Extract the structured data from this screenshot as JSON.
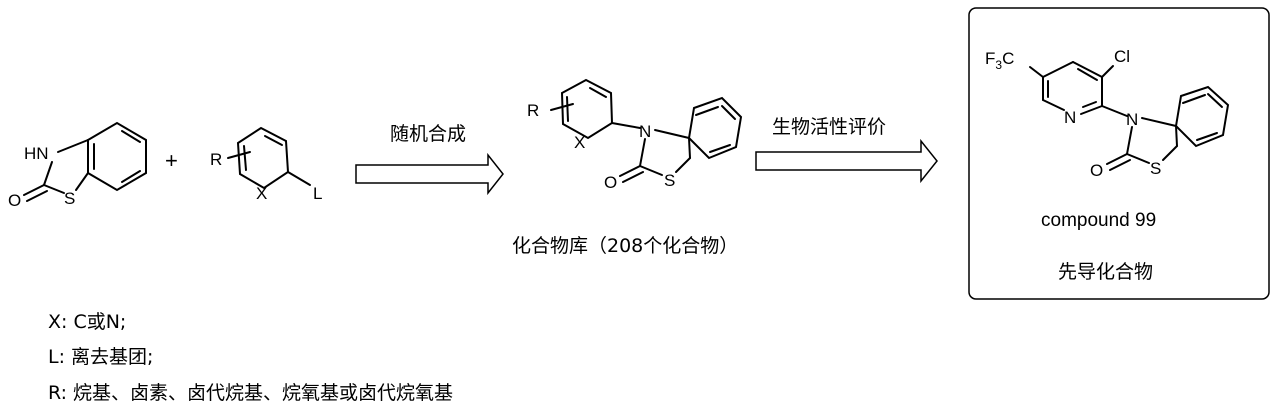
{
  "reactant1": {
    "atoms": {
      "nh": "HN",
      "o": "O",
      "s": "S"
    }
  },
  "reactant2": {
    "atoms": {
      "r": "R",
      "x": "X",
      "l": "L"
    }
  },
  "plus": "+",
  "step1": {
    "label": "随机合成"
  },
  "library": {
    "atoms": {
      "r": "R",
      "x": "X",
      "n": "N",
      "o": "O",
      "s": "S"
    },
    "caption": "化合物库（208个化合物）"
  },
  "step2": {
    "label": "生物活性评价"
  },
  "lead": {
    "atoms": {
      "f3c_main": "F",
      "f3c_sub": "3",
      "f3c_c": "C",
      "cl": "Cl",
      "n_py": "N",
      "n": "N",
      "o": "O",
      "s": "S"
    },
    "compound_name": "compound 99",
    "caption": "先导化合物"
  },
  "legend": [
    {
      "text": "X: C或N;"
    },
    {
      "text": "L: 离去基团;"
    },
    {
      "text": "R: 烷基、卤素、卤代烷基、烷氧基或卤代烷氧基"
    }
  ]
}
